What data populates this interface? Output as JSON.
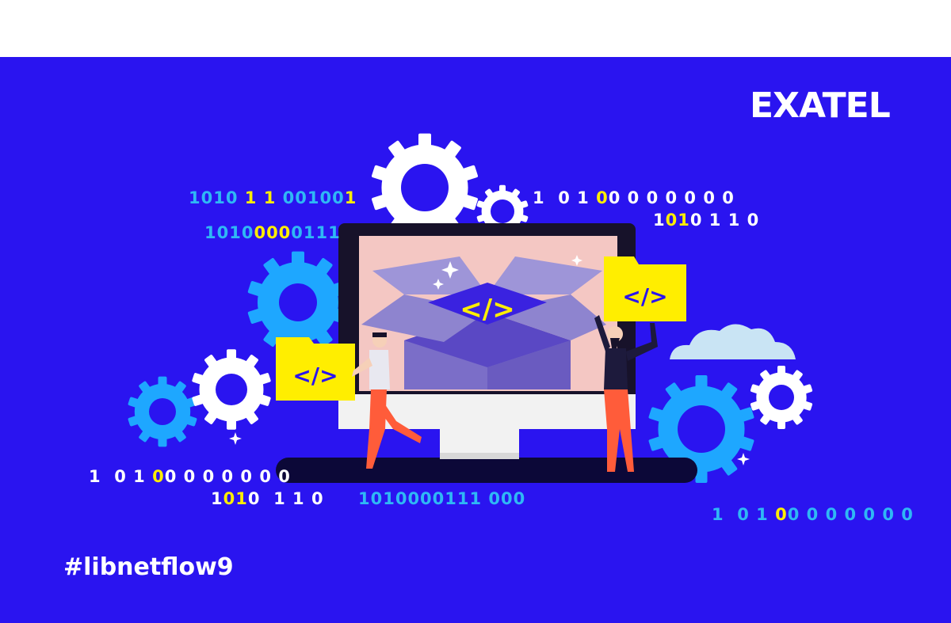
{
  "brand": {
    "logo_text": "EXATEL",
    "hashtag": "#libnetflow9"
  },
  "colors": {
    "background": "#2a14f0",
    "topbar": "#ffffff",
    "binary_blue": "#2fb8f5",
    "binary_yellow": "#ffee00",
    "binary_white": "#ffffff",
    "gear_blue": "#1ea7ff",
    "folder_yellow": "#ffee00",
    "screen_pink": "#f4c7c3"
  },
  "icons": [
    "gear-icon",
    "code-folder-icon",
    "open-box-icon",
    "monitor-icon",
    "cloud-icon",
    "sparkle-icon"
  ],
  "binary_lines": [
    [
      [
        "1010 ",
        "blue"
      ],
      [
        "1 1 ",
        "yellow"
      ],
      [
        "00100",
        "blue"
      ],
      [
        "1",
        "yellow"
      ]
    ],
    [
      [
        "1010",
        "blue"
      ],
      [
        "000",
        "yellow"
      ],
      [
        "0111",
        "blue"
      ]
    ],
    [
      [
        "1  0 1 ",
        "white"
      ],
      [
        "0",
        "yellow"
      ],
      [
        "0 0 0 0 0 0 0",
        "white"
      ]
    ],
    [
      [
        "1",
        "white"
      ],
      [
        "01",
        "yellow"
      ],
      [
        "0 1 1 0",
        "white"
      ]
    ],
    [
      [
        "1  0 1 ",
        "white"
      ],
      [
        "0",
        "yellow"
      ],
      [
        "0 0 0 0 0 0 0",
        "white"
      ]
    ],
    [
      [
        "1",
        "white"
      ],
      [
        "01",
        "yellow"
      ],
      [
        "0  1 1 0",
        "white"
      ]
    ],
    [
      [
        "1010000111 000",
        "blue"
      ]
    ],
    [
      [
        "1  0 1 ",
        "blue"
      ],
      [
        "0",
        "yellow"
      ],
      [
        "0 0 0 0 0 0 0",
        "blue"
      ]
    ]
  ],
  "code_tag": "</>"
}
